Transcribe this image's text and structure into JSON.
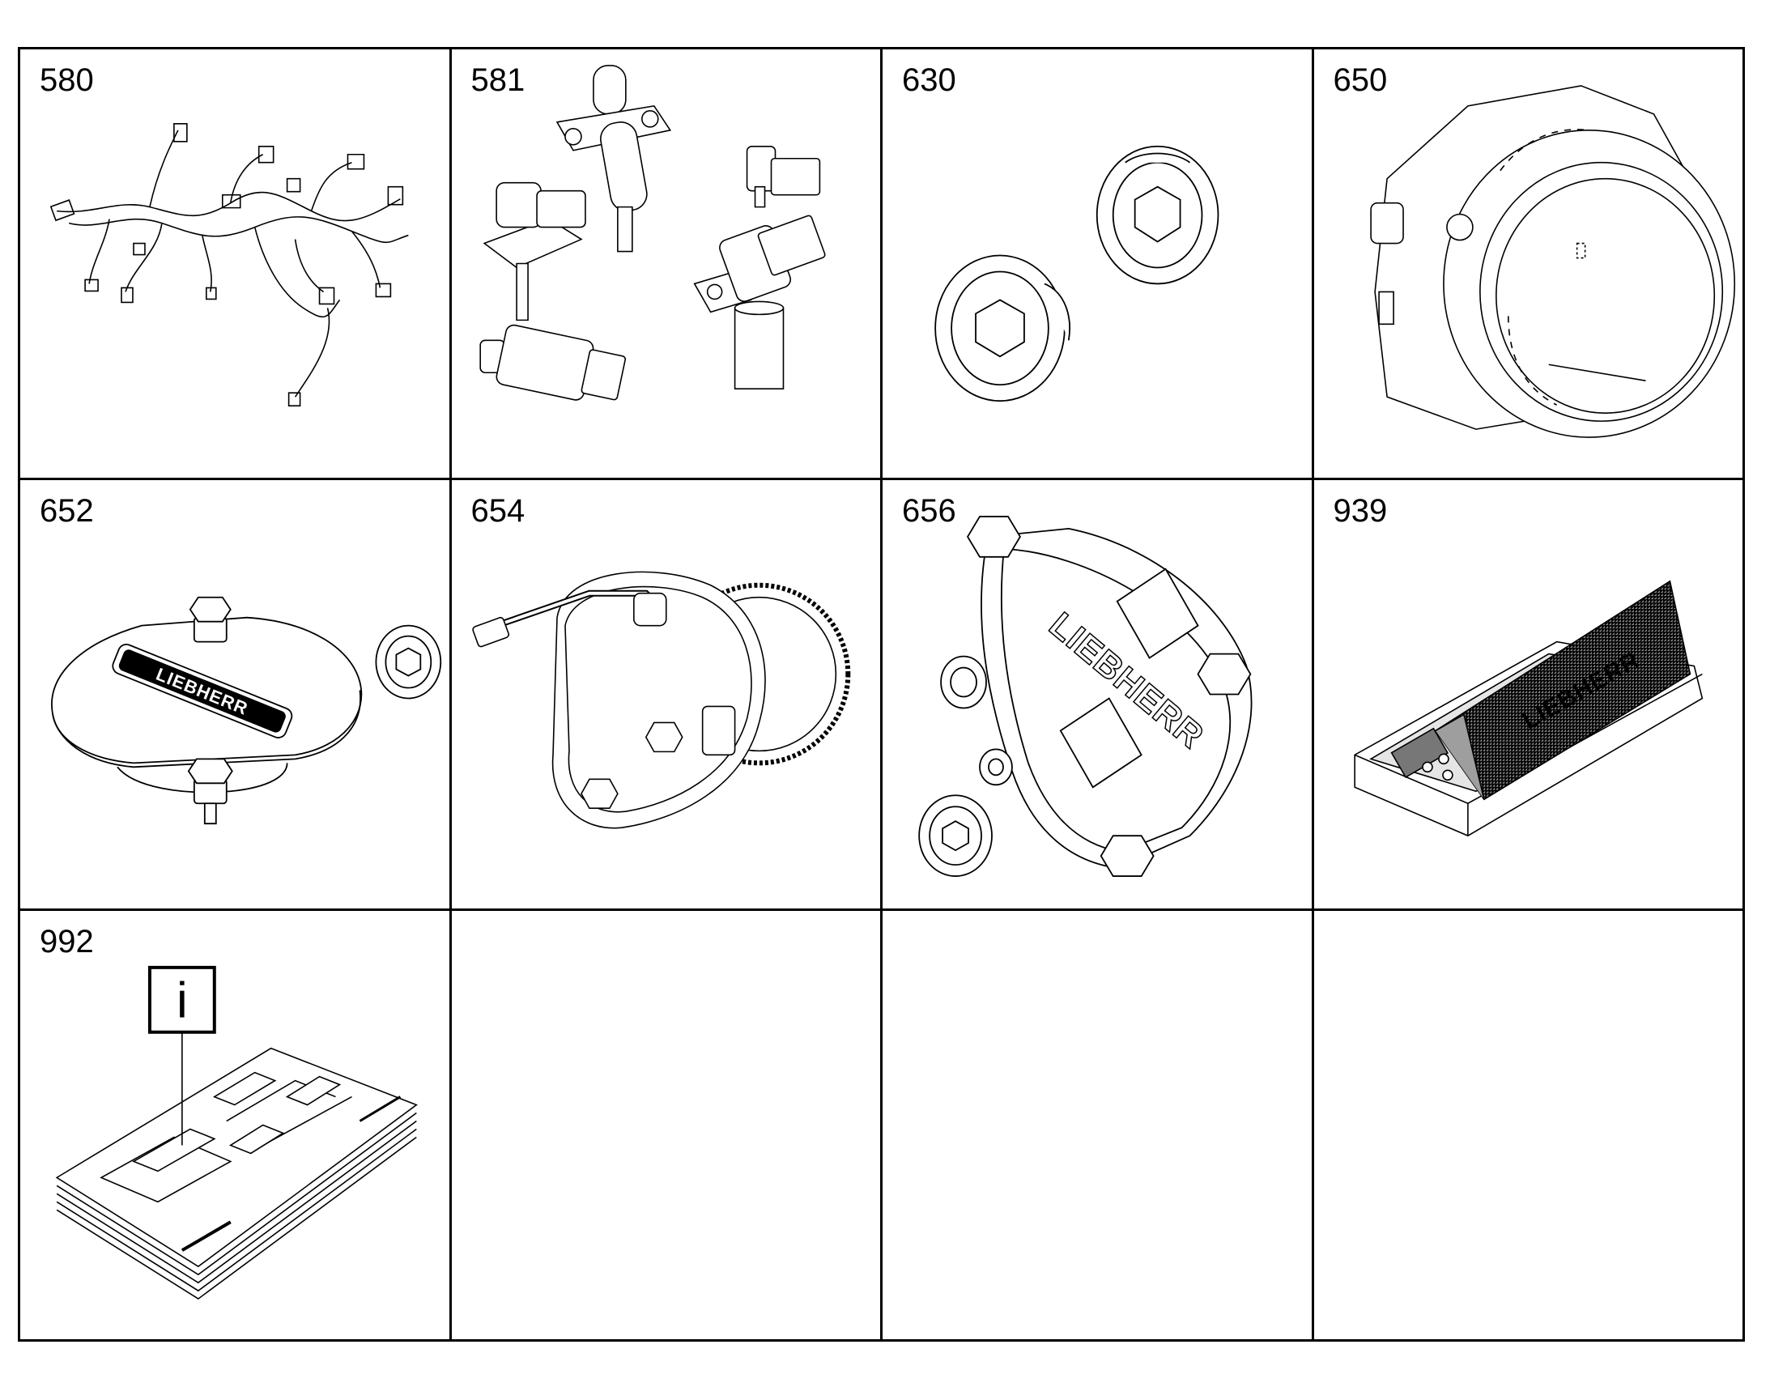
{
  "cells": [
    {
      "number": "580",
      "part_icon": "wiring-harness-icon"
    },
    {
      "number": "581",
      "part_icon": "sensors-icon"
    },
    {
      "number": "630",
      "part_icon": "screw-plugs-icon"
    },
    {
      "number": "650",
      "part_icon": "flywheel-housing-icon"
    },
    {
      "number": "652",
      "part_icon": "liebherr-cover-icon",
      "logo": "LIEBHERR"
    },
    {
      "number": "654",
      "part_icon": "gear-pump-icon"
    },
    {
      "number": "656",
      "part_icon": "liebherr-cover-plate-icon",
      "logo": "LIEBHERR"
    },
    {
      "number": "939",
      "part_icon": "original-parts-kit-icon",
      "logo": "LIEBHERR"
    },
    {
      "number": "992",
      "part_icon": "documentation-icon",
      "info_symbol": "i"
    },
    {
      "number": ""
    },
    {
      "number": ""
    },
    {
      "number": ""
    }
  ]
}
